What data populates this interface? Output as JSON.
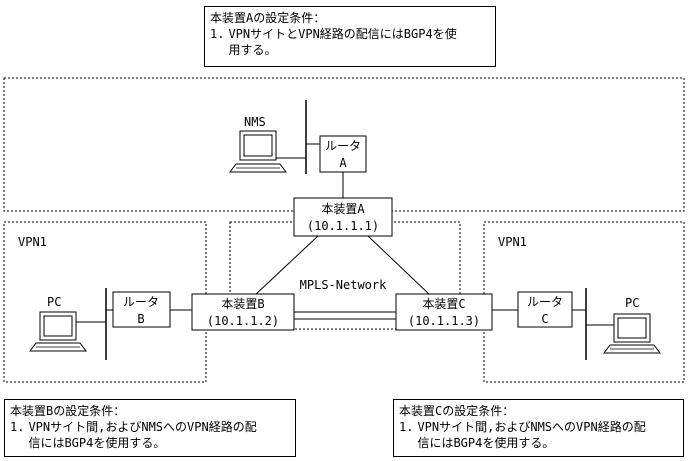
{
  "notes": {
    "a": {
      "title": "本装置Aの設定条件：",
      "item_num": "1.",
      "item_text_1": "VPNサイトとVPN経路の配信にはBGP4を使",
      "item_text_2": "用する。"
    },
    "b": {
      "title": "本装置Bの設定条件：",
      "item_num": "1.",
      "item_text_1": "VPNサイト間,およびNMSへのVPN経路の配",
      "item_text_2": "信にはBGP4を使用する。"
    },
    "c": {
      "title": "本装置Cの設定条件：",
      "item_num": "1.",
      "item_text_1": "VPNサイト間,およびNMSへのVPN経路の配",
      "item_text_2": "信にはBGP4を使用する。"
    }
  },
  "labels": {
    "nms": "NMS",
    "mpls": "MPLS-Network",
    "vpn_left": "VPN1",
    "vpn_right": "VPN1",
    "pc_left": "PC",
    "pc_right": "PC"
  },
  "nodes": {
    "router_a": {
      "line1": "ルータ",
      "line2": "A"
    },
    "router_b": {
      "line1": "ルータ",
      "line2": "B"
    },
    "router_c": {
      "line1": "ルータ",
      "line2": "C"
    },
    "device_a": {
      "line1": "本装置A",
      "line2": "(10.1.1.1)"
    },
    "device_b": {
      "line1": "本装置B",
      "line2": "(10.1.1.2)"
    },
    "device_c": {
      "line1": "本装置C",
      "line2": "(10.1.1.3)"
    }
  }
}
